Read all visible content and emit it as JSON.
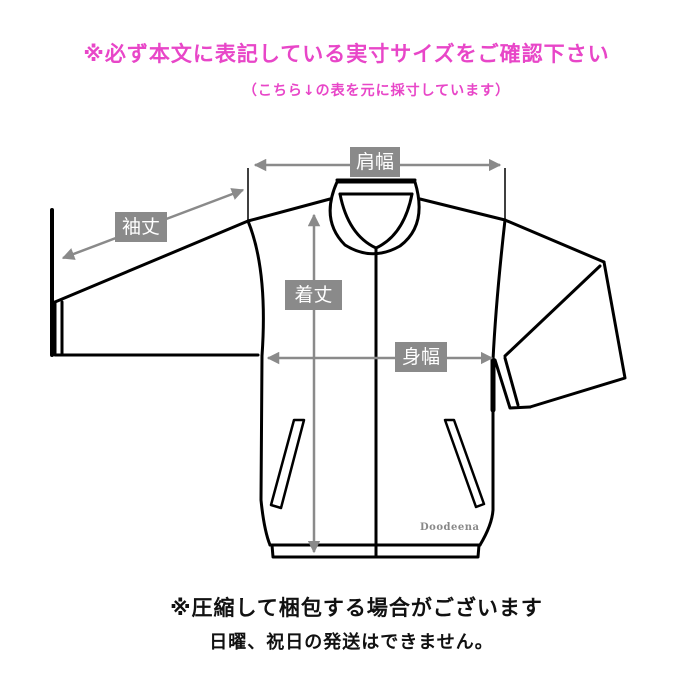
{
  "header": {
    "notice": "※必ず本文に表記している実寸サイズをご確認下さい",
    "sub_notice": "（こちら↓の表を元に採寸しています）"
  },
  "diagram": {
    "subject": "jacket-size-chart",
    "labels": {
      "shoulder_width": "肩幅",
      "sleeve_length": "袖丈",
      "body_length": "着丈",
      "body_width": "身幅"
    },
    "brand": "Doodeena",
    "colors": {
      "outline": "#000000",
      "measure": "#8a8a8a",
      "label_bg": "#8a8a8a",
      "label_text": "#ffffff"
    }
  },
  "footer": {
    "notice": "※圧縮して梱包する場合がございます",
    "sub_notice": "日曜、祝日の発送はできません。"
  },
  "colors": {
    "header_text": "#e846c8",
    "footer_text": "#111111"
  }
}
